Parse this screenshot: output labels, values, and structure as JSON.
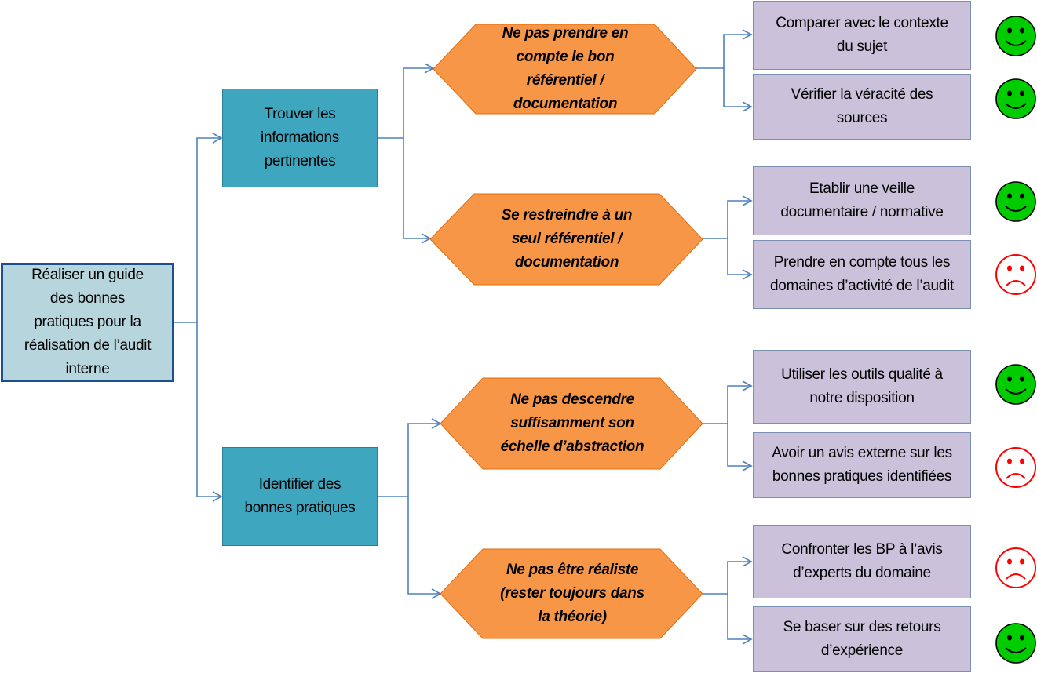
{
  "colors": {
    "connector": "#4f81bd",
    "root_fill": "#b7d5dc",
    "root_border": "#1f4e8f",
    "level1_fill": "#3fa6bf",
    "hexagon_fill": "#f79646",
    "hexagon_border": "#e46c0a",
    "leaf_fill": "#ccc1da",
    "happy_face": "#00cc00",
    "sad_face": "#ff0000"
  },
  "root": {
    "text": "Réaliser un guide\ndes bonnes\npratiques pour la\nréalisation de l’audit\ninterne"
  },
  "level1": [
    {
      "text": "Trouver les\ninformations\npertinentes"
    },
    {
      "text": "Identifier des\nbonnes pratiques"
    }
  ],
  "risks": [
    {
      "text": "Ne pas prendre en\ncompte le bon\nréférentiel /\ndocumentation"
    },
    {
      "text": "Se restreindre à un\nseul référentiel /\ndocumentation"
    },
    {
      "text": "Ne pas descendre\nsuffisamment son\néchelle d’abstraction"
    },
    {
      "text": "Ne pas être réaliste\n(rester toujours dans\nla théorie)"
    }
  ],
  "actions": [
    {
      "text": "Comparer avec le contexte\ndu sujet",
      "status": "happy-face-icon"
    },
    {
      "text": "Vérifier  la véracité des\nsources",
      "status": "happy-face-icon"
    },
    {
      "text": "Etablir une veille\ndocumentaire / normative",
      "status": "happy-face-icon"
    },
    {
      "text": "Prendre en compte tous les\ndomaines d’activité de l’audit",
      "status": "sad-face-icon"
    },
    {
      "text": "Utiliser les outils qualité à\nnotre disposition",
      "status": "happy-face-icon"
    },
    {
      "text": "Avoir un avis externe sur les\nbonnes pratiques identifiées",
      "status": "sad-face-icon"
    },
    {
      "text": "Confronter les BP à l’avis\nd’experts du domaine",
      "status": "sad-face-icon"
    },
    {
      "text": "Se baser sur des retours\nd’expérience",
      "status": "happy-face-icon"
    }
  ]
}
